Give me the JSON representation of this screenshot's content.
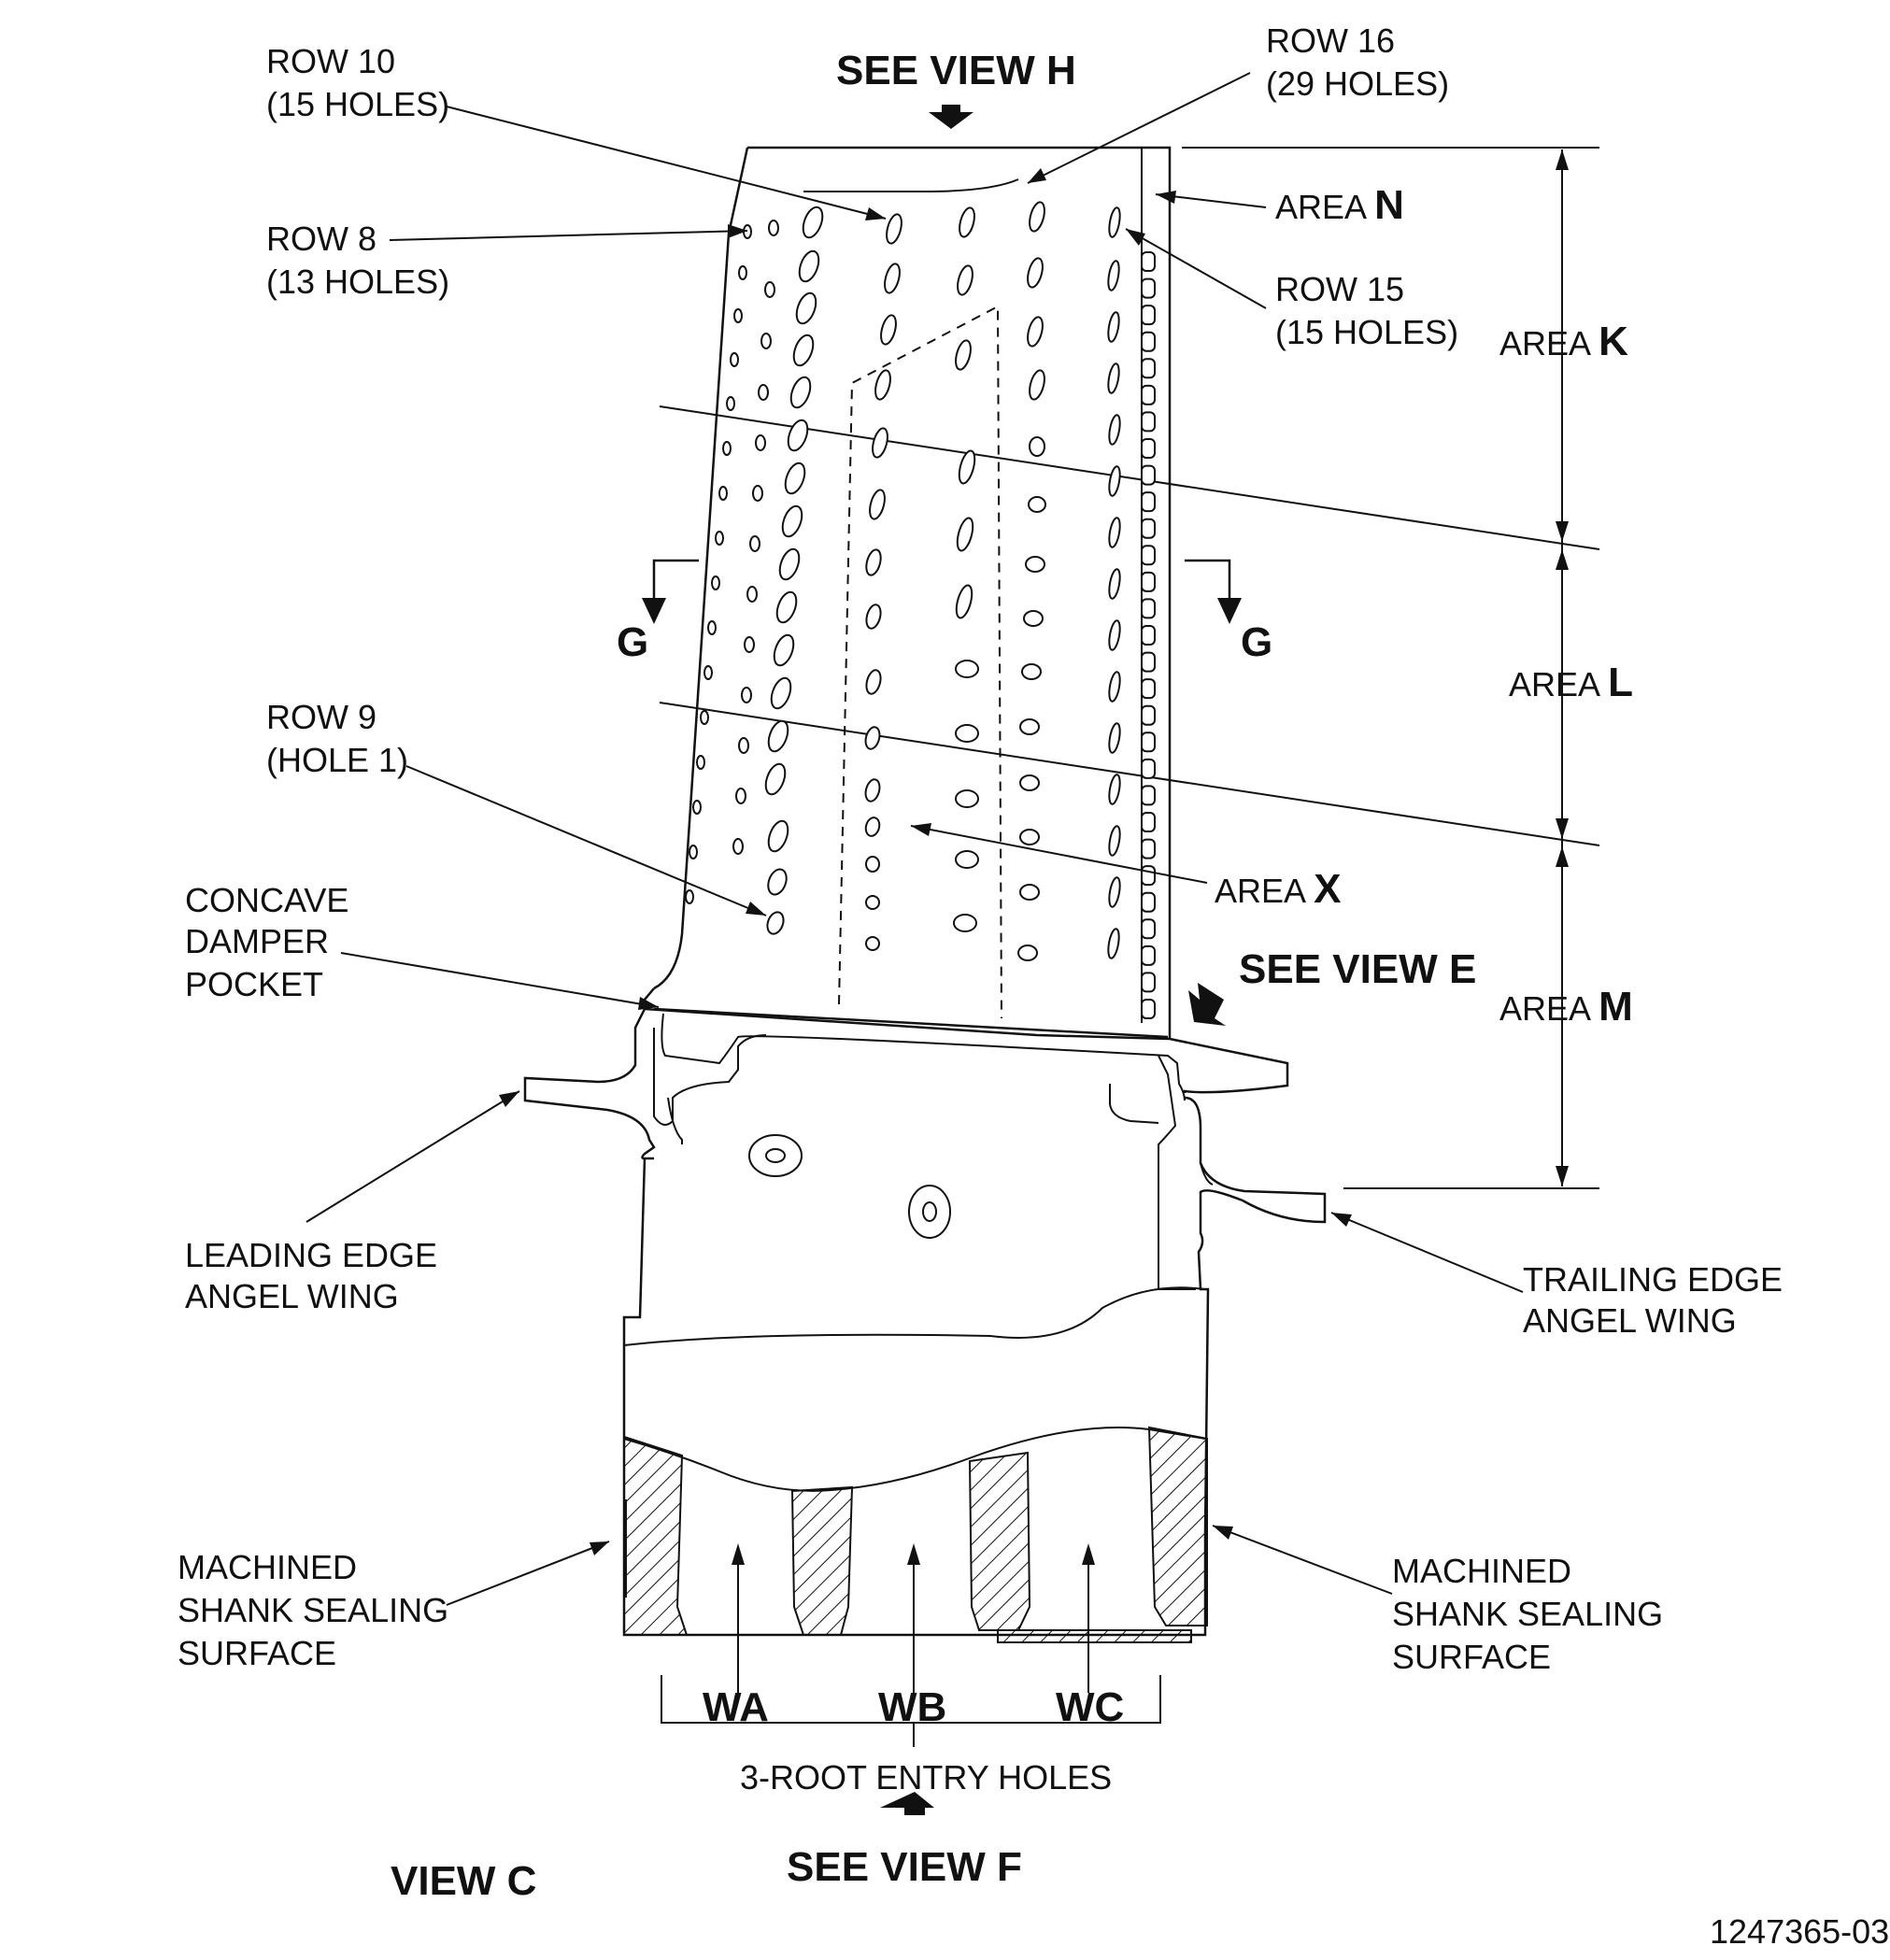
{
  "labels": {
    "see_view_h": "SEE VIEW H",
    "row10_line1": "ROW 10",
    "row10_line2": "(15 HOLES)",
    "row16_line1": "ROW 16",
    "row16_line2": "(29 HOLES)",
    "row8_line1": "ROW 8",
    "row8_line2": "(13 HOLES)",
    "area_n_prefix": "AREA ",
    "area_n_letter": "N",
    "row15_line1": "ROW 15",
    "row15_line2": "(15 HOLES)",
    "area_k_prefix": "AREA ",
    "area_k_letter": "K",
    "section_g_left": "G",
    "section_g_right": "G",
    "area_l_prefix": "AREA ",
    "area_l_letter": "L",
    "row9_line1": "ROW 9",
    "row9_line2": "(HOLE 1)",
    "area_x_prefix": "AREA ",
    "area_x_letter": "X",
    "concave_line1": "CONCAVE",
    "concave_line2": "DAMPER",
    "concave_line3": "POCKET",
    "see_view_e": "SEE VIEW E",
    "area_m_prefix": "AREA ",
    "area_m_letter": "M",
    "le_wing_line1": "LEADING EDGE",
    "le_wing_line2": "ANGEL WING",
    "te_wing_line1": "TRAILING EDGE",
    "te_wing_line2": "ANGEL WING",
    "mss_left_line1": "MACHINED",
    "mss_left_line2": "SHANK SEALING",
    "mss_left_line3": "SURFACE",
    "mss_right_line1": "MACHINED",
    "mss_right_line2": "SHANK SEALING",
    "mss_right_line3": "SURFACE",
    "wa": "WA",
    "wb": "WB",
    "wc": "WC",
    "root_entry": "3-ROOT ENTRY HOLES",
    "see_view_f": "SEE VIEW F",
    "view_c": "VIEW C",
    "figure_number": "1247365-03"
  }
}
